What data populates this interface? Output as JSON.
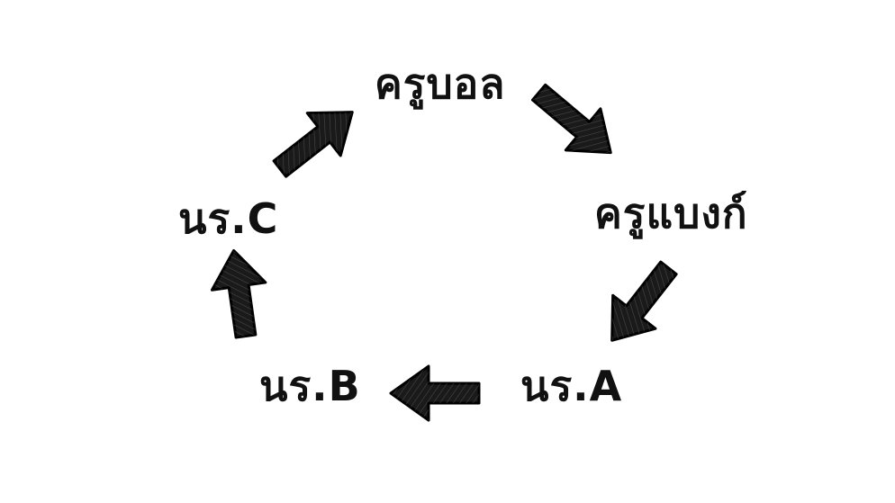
{
  "diagram": {
    "nodes": [
      {
        "id": "top",
        "label": "ครูบอล"
      },
      {
        "id": "right",
        "label": "ครูแบงก์"
      },
      {
        "id": "bottom_right",
        "label": "นร.A"
      },
      {
        "id": "bottom_left",
        "label": "นร.B"
      },
      {
        "id": "left",
        "label": "นร.C"
      }
    ],
    "edges": [
      {
        "from": "top",
        "to": "right"
      },
      {
        "from": "right",
        "to": "bottom_right"
      },
      {
        "from": "bottom_right",
        "to": "bottom_left"
      },
      {
        "from": "bottom_left",
        "to": "left"
      },
      {
        "from": "left",
        "to": "top"
      }
    ],
    "arrow_color": "#1a1a1a",
    "text_color": "#111111"
  }
}
